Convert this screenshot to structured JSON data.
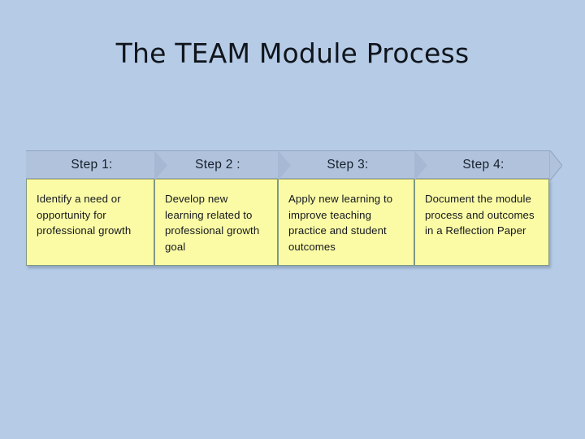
{
  "slide": {
    "title": "The TEAM Module Process",
    "background_color": "#b6cbe6",
    "title_color": "#10151c"
  },
  "diagram": {
    "type": "chevron-process",
    "header_fill": "#b1c2dc",
    "body_fill": "#fbfba6",
    "steps": [
      {
        "header": "Step 1:",
        "body": "Identify a need or opportunity for professional growth"
      },
      {
        "header": "Step 2 :",
        "body": "Develop new learning related to professional growth goal"
      },
      {
        "header": "Step 3:",
        "body": "Apply new learning to improve teaching practice and student outcomes"
      },
      {
        "header": "Step 4:",
        "body": "Document the module process and outcomes in a Reflection Paper"
      }
    ]
  }
}
